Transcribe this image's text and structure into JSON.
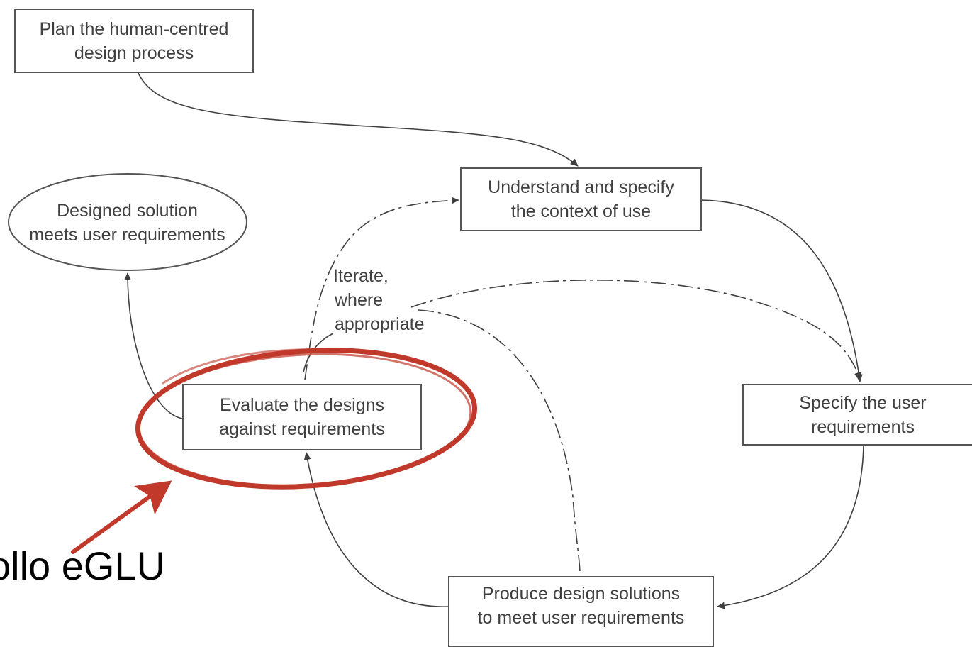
{
  "nodes": {
    "plan": {
      "line1": "Plan the human-centred",
      "line2": "design process"
    },
    "context": {
      "line1": "Understand and specify",
      "line2": "the context of use"
    },
    "outcome": {
      "line1": "Designed solution",
      "line2": "meets user requirements"
    },
    "evaluate": {
      "line1": "Evaluate the designs",
      "line2": "against requirements"
    },
    "specify": {
      "line1": "Specify the user",
      "line2": "requirements"
    },
    "produce": {
      "line1": "Produce design solutions",
      "line2": "to meet user requirements"
    }
  },
  "iterate_note": {
    "line1": "Iterate,",
    "line2": "where",
    "line3": "appropriate"
  },
  "caption": "ollo eGLU",
  "colors": {
    "line": "#404040",
    "box_border": "#555555",
    "highlight": "#c0392b",
    "text": "#404040"
  }
}
